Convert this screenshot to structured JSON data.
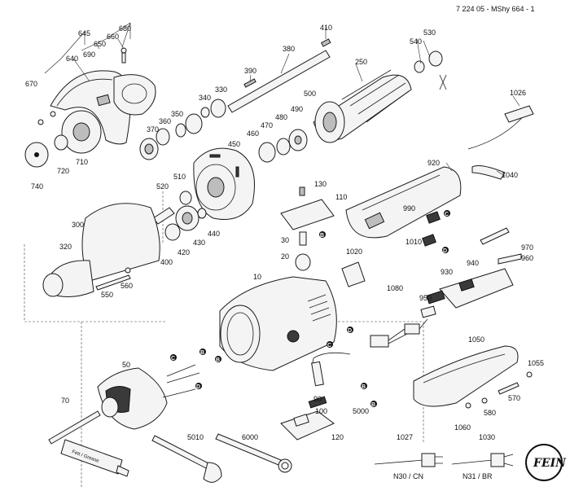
{
  "document_ref": "7 224 05 - MShy 664 - 1",
  "logo_text": "FEIN",
  "tube_label": "Fett / Grease",
  "plug_labels": {
    "n30": "N30 / CN",
    "n31": "N31 / BR"
  },
  "connector_letters": [
    "B",
    "C",
    "D"
  ],
  "part_numbers": [
    "10",
    "20",
    "30",
    "50",
    "70",
    "90",
    "100",
    "110",
    "120",
    "130",
    "250",
    "300",
    "320",
    "330",
    "340",
    "350",
    "360",
    "370",
    "380",
    "390",
    "400",
    "410",
    "420",
    "430",
    "440",
    "450",
    "460",
    "470",
    "480",
    "490",
    "500",
    "510",
    "520",
    "530",
    "540",
    "550",
    "560",
    "570",
    "580",
    "640",
    "645",
    "650",
    "660",
    "670",
    "680",
    "690",
    "710",
    "720",
    "740",
    "920",
    "930",
    "940",
    "950",
    "960",
    "970",
    "990",
    "1010",
    "1020",
    "1026",
    "1027",
    "1030",
    "1040",
    "1050",
    "1055",
    "1060",
    "1080",
    "5000",
    "5010",
    "6000"
  ]
}
